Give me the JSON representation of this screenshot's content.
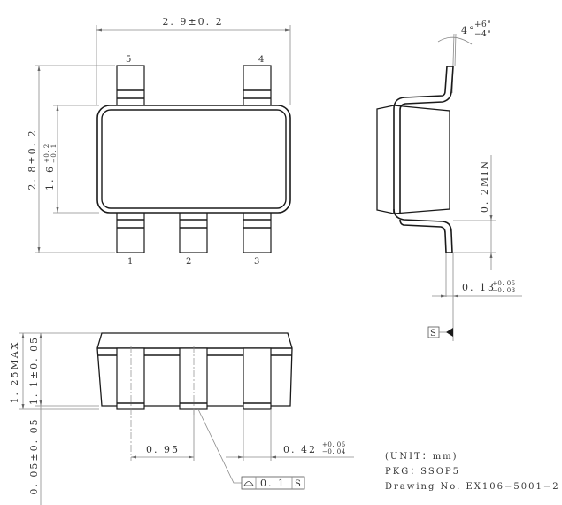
{
  "drawing": {
    "package": "PKG：SSOP5",
    "unit": "(UNIT：mm)",
    "drawing_no": "Drawing No. EX106−5001−2"
  },
  "top_view": {
    "width_dim": "2. 9±0. 2",
    "height_dim": "2. 8±0. 2",
    "body_dim_base": "1. 6",
    "body_dim_tol_plus": "+0. 2",
    "body_dim_tol_minus": "−0. 1",
    "pins": [
      "1",
      "2",
      "3",
      "4",
      "5"
    ]
  },
  "side_view": {
    "angle_base": "4°",
    "angle_plus": "+6°",
    "angle_minus": "−4°",
    "standoff_dim": "0. 2MIN",
    "lead_thk_base": "0. 13",
    "lead_thk_plus": "+0. 05",
    "lead_thk_minus": "−0. 03",
    "datum": "S"
  },
  "front_view": {
    "max_height": "1. 25MAX",
    "body_height": "1. 1±0. 05",
    "standoff": "0. 05±0. 05",
    "pitch": "0. 95",
    "lead_width_base": "0. 42",
    "lead_width_plus": "+0. 05",
    "lead_width_minus": "−0. 04",
    "coplanarity_value": "0. 1",
    "coplanarity_datum": "S"
  }
}
